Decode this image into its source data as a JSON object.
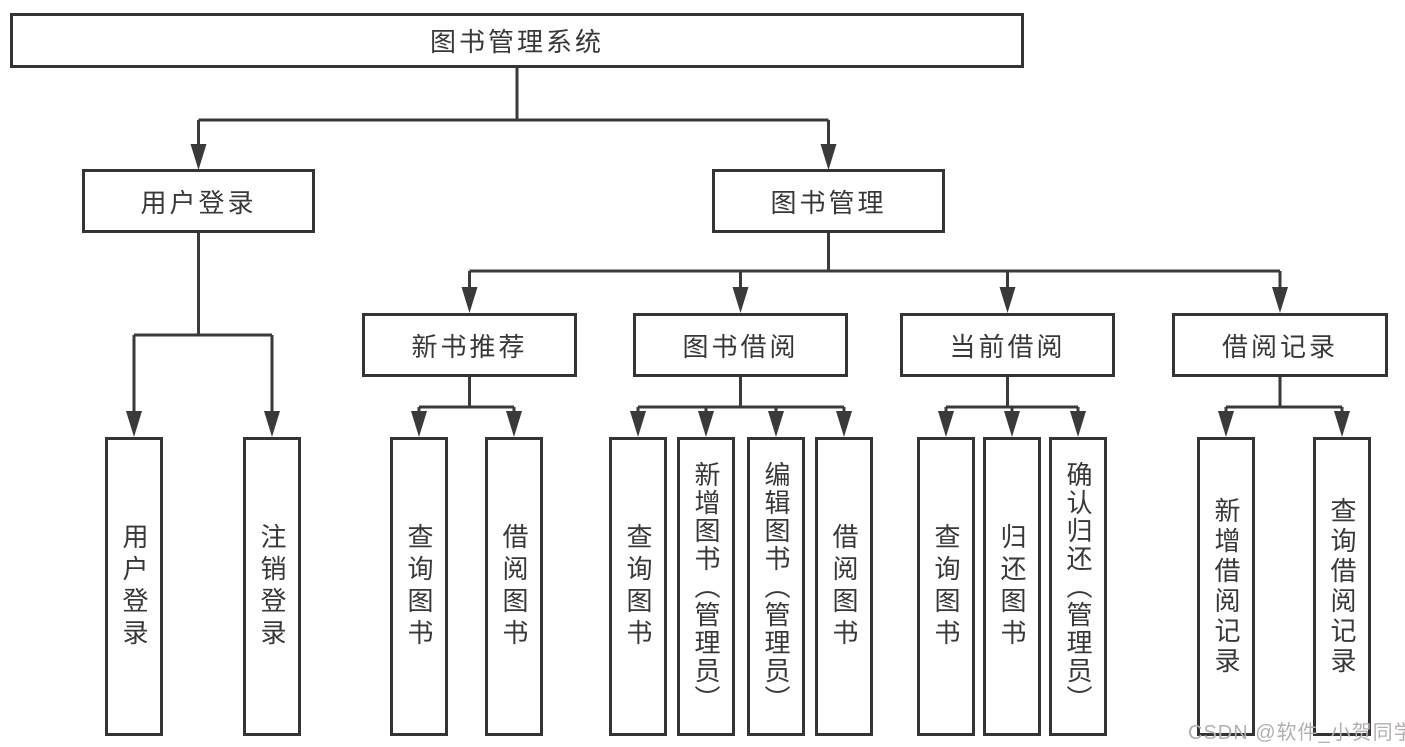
{
  "diagram": {
    "root_label": "图书管理系统",
    "level2": {
      "user_login": "用户登录",
      "book_management": "图书管理"
    },
    "level3": {
      "new_book_recommend": "新书推荐",
      "book_borrowing": "图书借阅",
      "current_borrowing": "当前借阅",
      "borrow_records": "借阅记录"
    },
    "leaves": {
      "user_login": [
        "用户登录",
        "注销登录"
      ],
      "new_book_recommend": [
        "查询图书",
        "借阅图书"
      ],
      "book_borrowing": [
        "查询图书",
        "新增图书（管理员）",
        "编辑图书（管理员）",
        "借阅图书"
      ],
      "current_borrowing": [
        "查询图书",
        "归还图书",
        "确认归还（管理员）"
      ],
      "borrow_records": [
        "新增借阅记录",
        "查询借阅记录"
      ]
    }
  },
  "watermark": "CSDN @软件_小贺同学",
  "colors": {
    "box_border": "#343434",
    "connector": "#3a3a3a",
    "text": "#383838",
    "watermark_text": "#b3afaf",
    "background": "#ffffff"
  }
}
